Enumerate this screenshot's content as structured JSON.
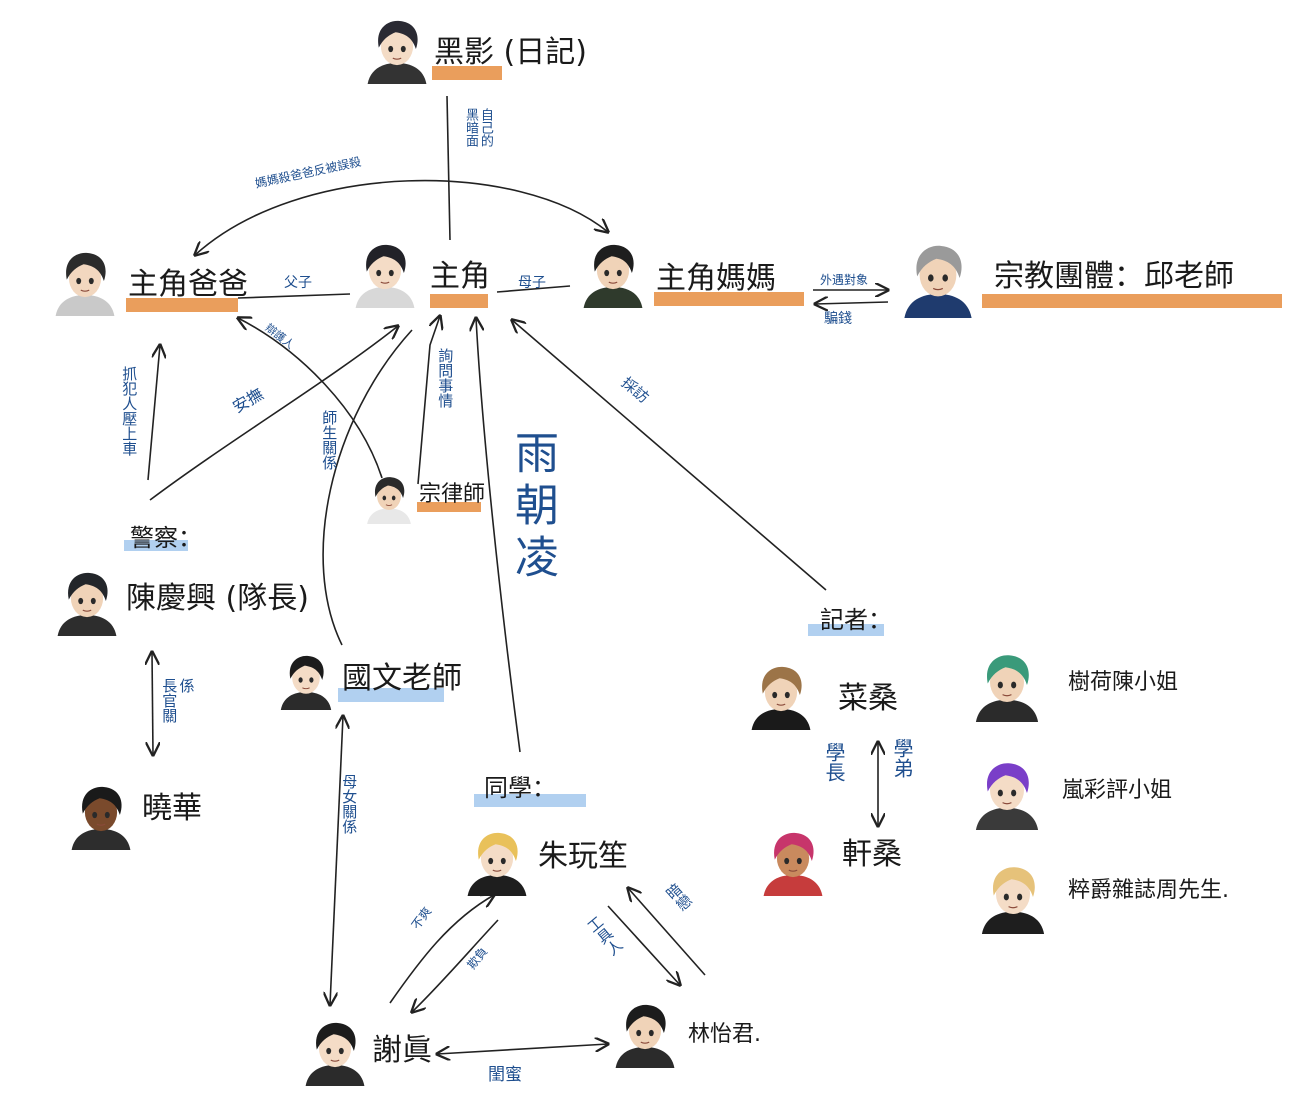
{
  "nodes": {
    "shadow": {
      "name": "黑影 (日記)",
      "hair": "#2a2a33",
      "skin": "#f4dcc6",
      "cloth": "#333"
    },
    "dad": {
      "name": "主角爸爸",
      "hair": "#2b2b2b",
      "skin": "#f2d7bf",
      "cloth": "#c9c9c9"
    },
    "hero": {
      "name": "主角",
      "hair": "#222228",
      "skin": "#f4dcc6",
      "cloth": "#d8d8d8"
    },
    "mom": {
      "name": "主角媽媽",
      "hair": "#1e1e1e",
      "skin": "#f0d3b8",
      "cloth": "#2f3a2c"
    },
    "teacher_qiu": {
      "name": "宗教團體：邱老師",
      "hair": "#9a9a9a",
      "skin": "#f0d3b8",
      "cloth": "#1f3b6e"
    },
    "lawyer": {
      "name": "宗律師",
      "hair": "#2a2a2a",
      "skin": "#f0d3b8",
      "cloth": "#e8e8e8"
    },
    "police_group": "警察：",
    "chen": {
      "name": "陳慶興 (隊長)",
      "hair": "#23262a",
      "skin": "#f0d3b8",
      "cloth": "#2d2d2d"
    },
    "xiaohua": {
      "name": "曉華",
      "hair": "#1a1a1a",
      "skin": "#7a4a2c",
      "cloth": "#2d2d2d"
    },
    "chinese_teacher": {
      "name": "國文老師",
      "hair": "#1c1c1c",
      "skin": "#f4dcc6",
      "cloth": "#2b2b2b"
    },
    "classmates_group": "同學：",
    "zhu": {
      "name": "朱玩笙",
      "hair": "#e9c15a",
      "skin": "#f4dcc6",
      "cloth": "#1e1e1e"
    },
    "xie": {
      "name": "謝眞",
      "hair": "#1c1c1c",
      "skin": "#f4dcc6",
      "cloth": "#2b2b2b"
    },
    "lin": {
      "name": "林怡君.",
      "hair": "#1c1c1c",
      "skin": "#f0d3b8",
      "cloth": "#2b2b2b"
    },
    "reporter_group": "記者：",
    "cai": {
      "name": "菜桑",
      "hair": "#9c7448",
      "skin": "#f0d3b8",
      "cloth": "#1a1a1a"
    },
    "xuan": {
      "name": "軒桑",
      "hair": "#c7356b",
      "skin": "#c98a5e",
      "cloth": "#c63c3c"
    },
    "misc": [
      {
        "name": "樹荷陳小姐",
        "hair": "#3a9a7a",
        "skin": "#f0d3b8",
        "cloth": "#2b2b2b"
      },
      {
        "name": "嵐彩評小姐",
        "hair": "#7a3ec8",
        "skin": "#f4dcc6",
        "cloth": "#3a3a3a"
      },
      {
        "name": "粹爵雜誌周先生.",
        "hair": "#e6c27a",
        "skin": "#f4dcc6",
        "cloth": "#1e1e1e"
      }
    ]
  },
  "edges": {
    "shadow_hero": "自己的黑暗面",
    "mom_dad": "媽媽殺爸爸反被誤殺",
    "dad_hero": "父子",
    "hero_mom": "母子",
    "mom_qiu_top": "外遇對象",
    "mom_qiu_bottom": "騙錢",
    "police_dad": "抓犯人壓上車",
    "police_hero": "安撫",
    "lawyer_dad": "辯護人",
    "chinese_hero": "師生關係",
    "lawyer_hero": "詢問事情",
    "reporter_hero": "採訪",
    "chen_xiaohua": "長官關係",
    "chinese_xie": "母女關係",
    "xie_zhu": "不爽",
    "zhu_xie": "欺負",
    "zhu_lin": "工具人",
    "lin_zhu": "暗戀",
    "xie_lin": "閨蜜",
    "cai_xuan_left": "學長",
    "cai_xuan_right": "學弟"
  },
  "big_label": "雨朝凌",
  "colors": {
    "highlight_main": "#e8944a",
    "highlight_side": "#a9cbee",
    "label_blue": "#1f4f8f",
    "line": "#222222"
  }
}
